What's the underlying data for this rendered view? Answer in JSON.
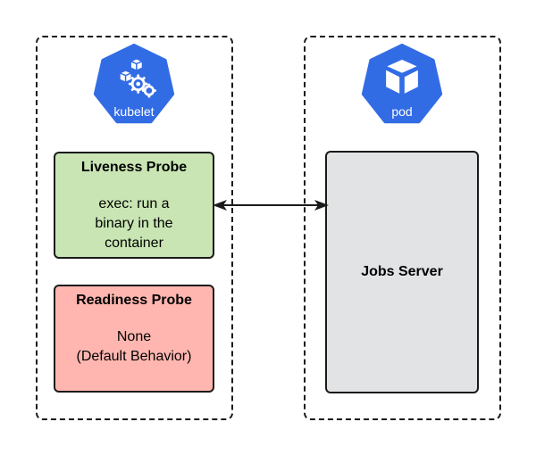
{
  "kubelet_group": {
    "icon_name": "kubelet-icon",
    "caption": "kubelet",
    "liveness_probe": {
      "title": "Liveness Probe",
      "body": "exec: run a\nbinary in the\ncontainer",
      "fill_color": "#c8e5b3"
    },
    "readiness_probe": {
      "title": "Readiness Probe",
      "body": "None\n(Default Behavior)",
      "fill_color": "#ffb6b0"
    }
  },
  "pod_group": {
    "icon_name": "pod-icon",
    "caption": "pod",
    "jobs_server": {
      "label": "Jobs Server",
      "fill_color": "#e2e3e5"
    }
  },
  "connector": {
    "type": "bidirectional-arrow"
  },
  "colors": {
    "kubernetes_blue": "#326ce5",
    "border": "#1a1a1a"
  }
}
